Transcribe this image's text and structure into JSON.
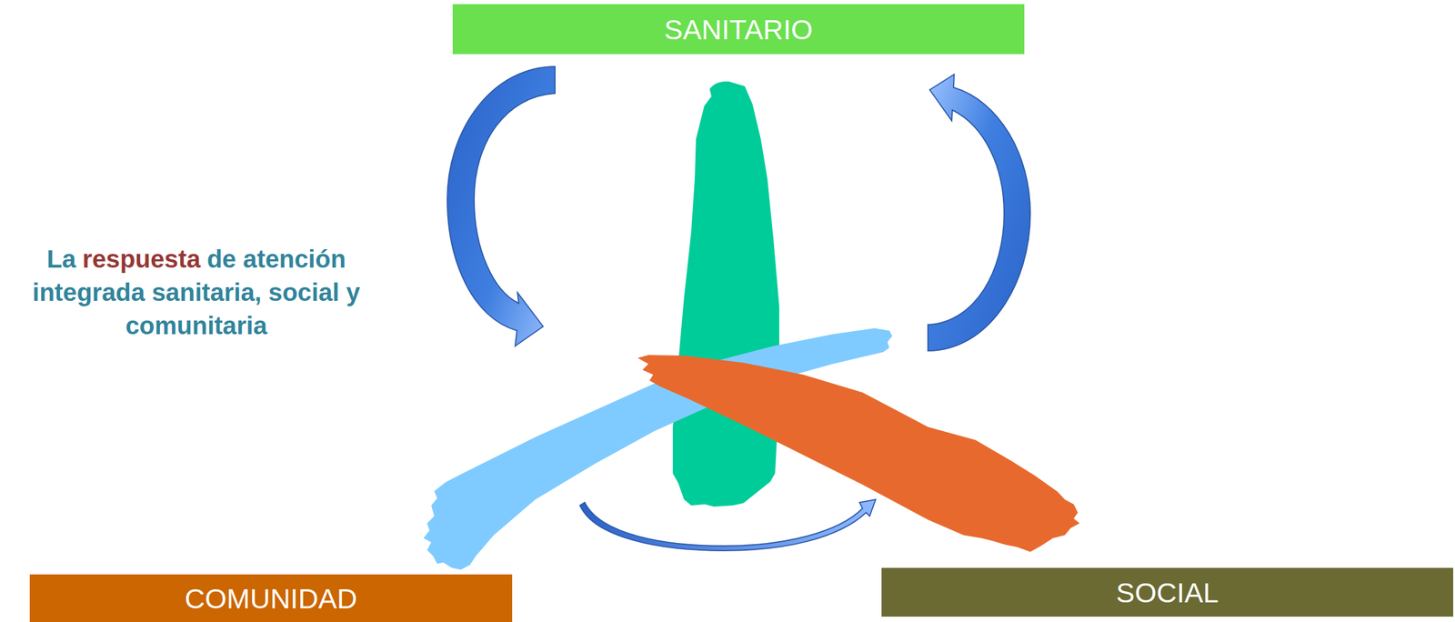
{
  "diagram": {
    "nodes": [
      {
        "text": [
          "SANITARIO"
        ]
      },
      {
        "text": [
          "COMUNIDAD"
        ]
      },
      {
        "text": [
          "SOCIAL"
        ]
      }
    ],
    "labels": [
      "La",
      "respuesta",
      "de atención integrada sanitaria, social y comunitaria"
    ]
  }
}
